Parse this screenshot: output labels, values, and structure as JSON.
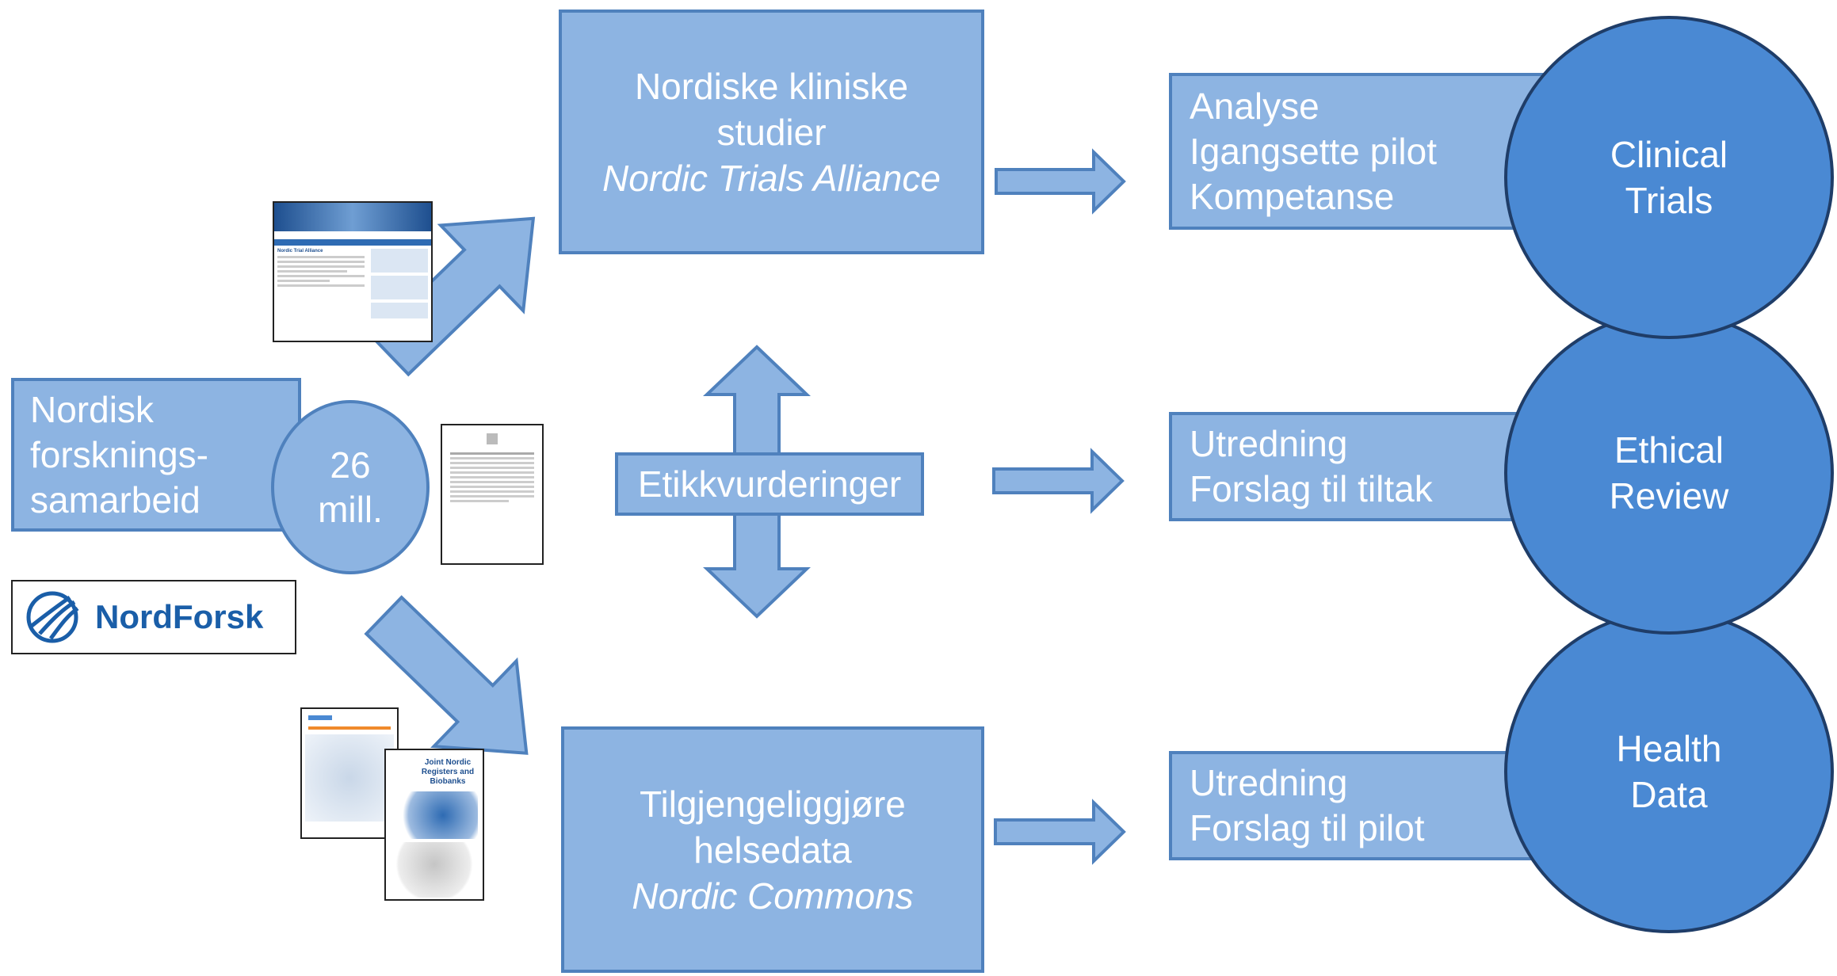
{
  "source": {
    "lines": [
      "Nordisk",
      "forsknings-",
      "samarbeid"
    ],
    "amount": [
      "26",
      "mill."
    ],
    "logo_text": "NordForsk"
  },
  "trials": {
    "lines": [
      "Nordiske kliniske",
      "studier"
    ],
    "italic": "Nordic Trials Alliance",
    "actions": [
      "Analyse",
      "Igangsette pilot",
      "Kompetanse"
    ],
    "circle": [
      "Clinical",
      "Trials"
    ]
  },
  "ethics": {
    "label": "Etikkvurderinger",
    "actions": [
      "Utredning",
      "Forslag til tiltak"
    ],
    "circle": [
      "Ethical",
      "Review"
    ]
  },
  "data": {
    "lines": [
      "Tilgjengeliggjøre",
      "helsedata"
    ],
    "italic": "Nordic Commons",
    "actions": [
      "Utredning",
      "Forslag til pilot"
    ],
    "circle": [
      "Health",
      "Data"
    ]
  },
  "documents": {
    "web_title": "Nordic Trial Alliance",
    "report_title": "Joint Nordic Registers and Biobanks"
  },
  "colors": {
    "box_fill": "#8db4e2",
    "box_border": "#4f81bd",
    "circle_fill": "#4a89d3",
    "circle_border": "#1f3d68",
    "logo_blue": "#1a5ea8"
  }
}
